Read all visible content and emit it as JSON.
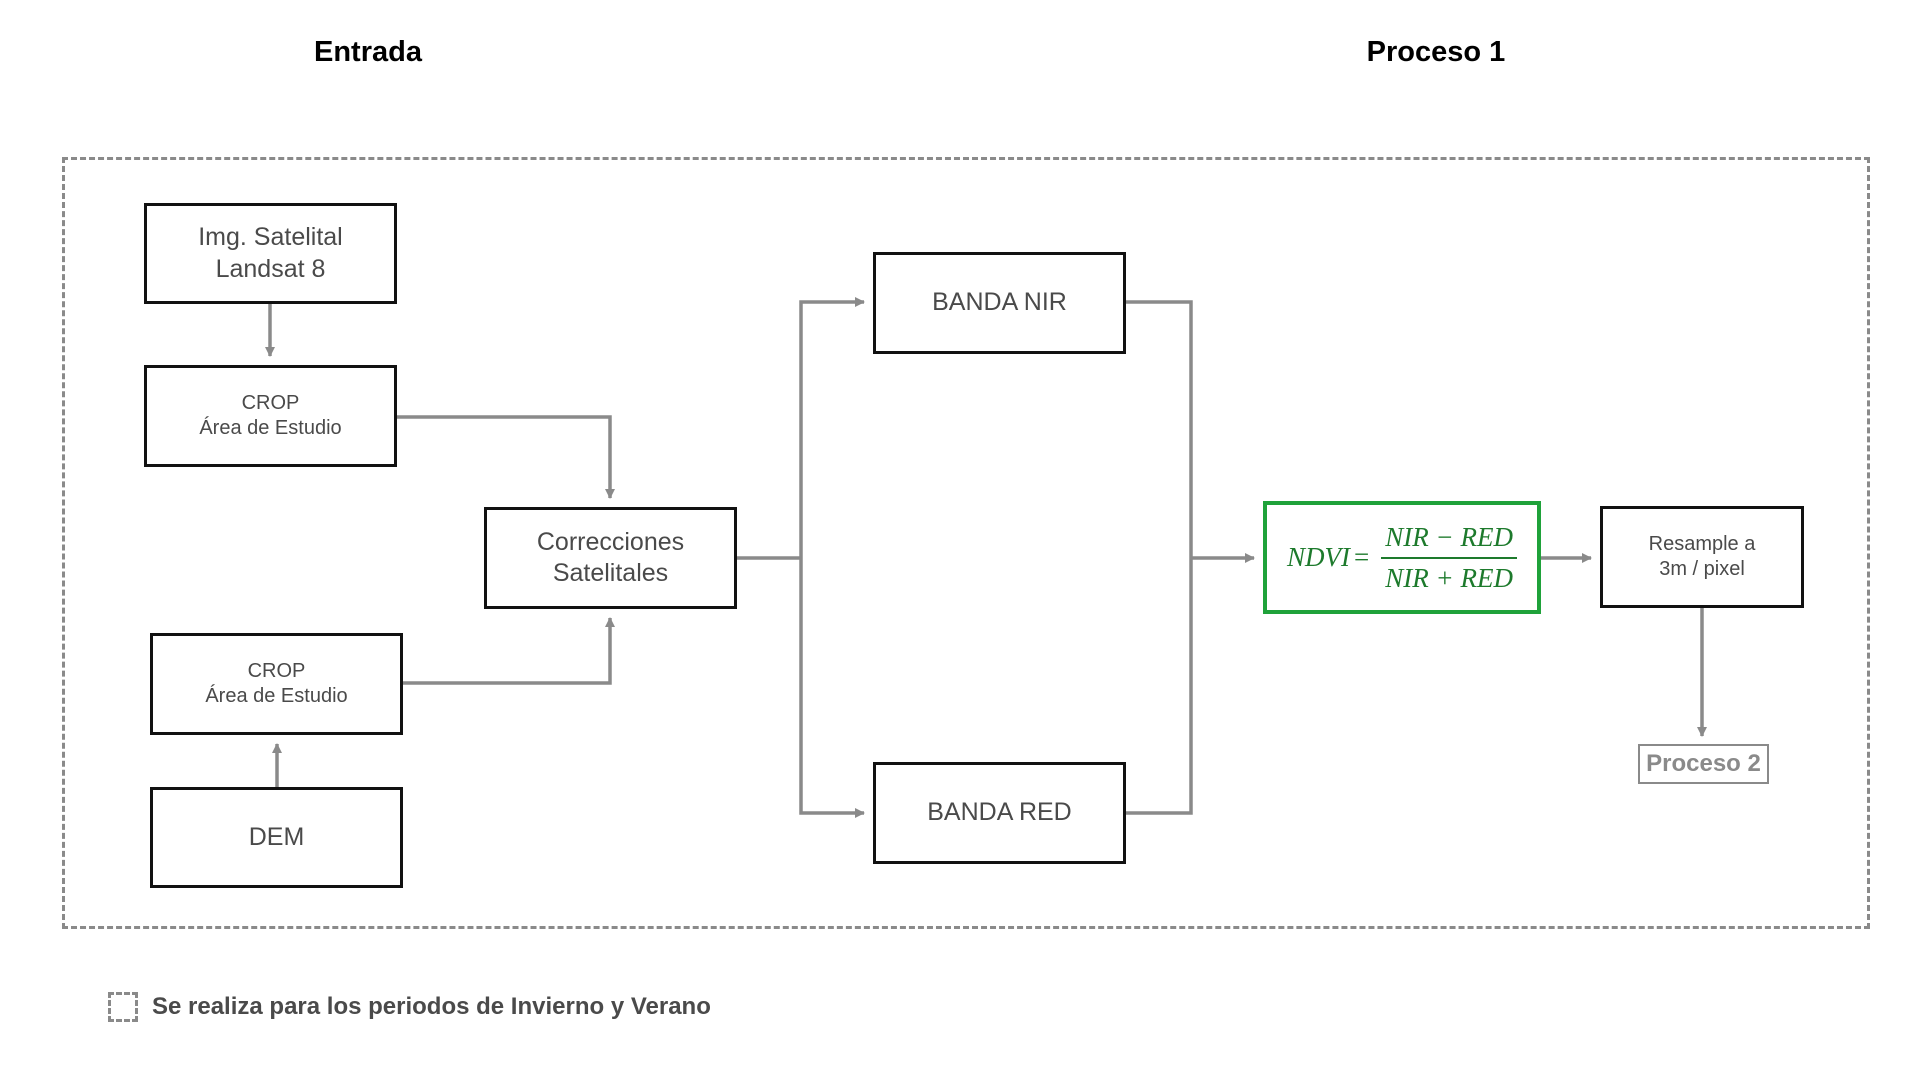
{
  "headings": {
    "entrada": "Entrada",
    "proceso1": "Proceso 1"
  },
  "nodes": {
    "satelital": {
      "line1": "Img. Satelital",
      "line2": "Landsat 8"
    },
    "crop_top": {
      "line1": "CROP",
      "line2": "Área de Estudio"
    },
    "crop_bottom": {
      "line1": "CROP",
      "line2": "Área de Estudio"
    },
    "dem": {
      "label": "DEM"
    },
    "correcciones": {
      "line1": "Correcciones",
      "line2": "Satelitales"
    },
    "banda_nir": {
      "label": "BANDA NIR"
    },
    "banda_red": {
      "label": "BANDA RED"
    },
    "ndvi": {
      "lhs": "NDVI",
      "equals": "=",
      "numerator": "NIR − RED",
      "denominator": "NIR + RED"
    },
    "resample": {
      "line1": "Resample a",
      "line2": "3m / pixel"
    },
    "proceso2": {
      "label": "Proceso 2"
    }
  },
  "legend": {
    "text": "Se realiza para los periodos de Invierno y Verano"
  },
  "colors": {
    "connector": "#8a8a8a",
    "box_border": "#111111",
    "text": "#4a4a4a",
    "ndvi_border": "#1fa23a",
    "ndvi_text": "#1d7a2c",
    "dashed_frame": "#8a8a8a"
  }
}
